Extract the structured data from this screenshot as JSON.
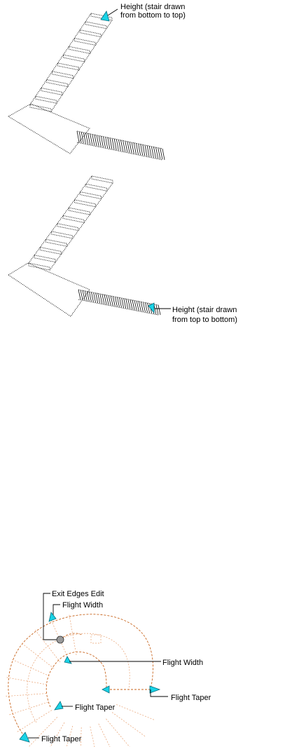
{
  "top_stair": {
    "height_label_line1": "Height (stair drawn",
    "height_label_line2": "from bottom to top)"
  },
  "middle_stair": {
    "height_label_line1": "Height (stair drawn",
    "height_label_line2": "from top to bottom)"
  },
  "spiral_stair": {
    "exit_edges_label": "Exit Edges Edit",
    "flight_width_top_label": "Flight Width",
    "flight_width_mid_label": "Flight Width",
    "flight_taper_right_label": "Flight Taper",
    "flight_taper_mid_label": "Flight Taper",
    "flight_taper_bottom_label": "Flight Taper"
  },
  "colors": {
    "grip": "#19d3e6",
    "spiral_outline": "#c8651e"
  }
}
